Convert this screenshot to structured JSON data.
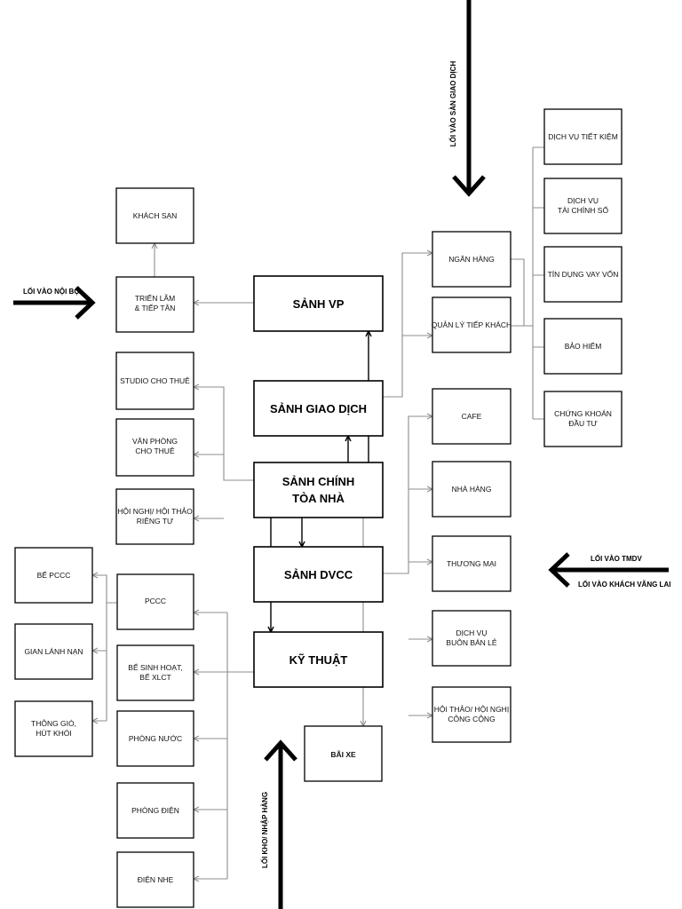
{
  "nodes": {
    "khach_san": [
      "KHÁCH SẠN"
    ],
    "trien_lam": [
      "TRIỂN LÃM",
      "& TIẾP TÂN"
    ],
    "sanh_vp": [
      "SẢNH VP"
    ],
    "studio": [
      "STUDIO CHO THUÊ"
    ],
    "van_phong": [
      "VĂN PHÒNG",
      "CHO THUÊ"
    ],
    "hoi_nghi_rieng": [
      "HỘI NGHỊ/ HỘI THẢO",
      "RIÊNG TƯ"
    ],
    "sanh_giao_dich": [
      "SẢNH GIAO DỊCH"
    ],
    "sanh_chinh": [
      "SẢNH CHÍNH",
      "TÒA NHÀ"
    ],
    "sanh_dvcc": [
      "SẢNH DVCC"
    ],
    "ky_thuat": [
      "KỸ THUẬT"
    ],
    "bai_xe": [
      "BÃI XE"
    ],
    "ngan_hang": [
      "NGÂN HÀNG"
    ],
    "quan_ly": [
      "QUẢN LÝ TIẾP KHÁCH"
    ],
    "tiet_kiem": [
      "DỊCH VỤ TIẾT KIỆM"
    ],
    "tai_chinh": [
      "DỊCH VỤ",
      "TÀI CHÍNH SỐ"
    ],
    "tin_dung": [
      "TÍN DỤNG VAY VỐN"
    ],
    "bao_hiem": [
      "BẢO HIỂM"
    ],
    "chung_khoan": [
      "CHỨNG KHOÁN",
      "ĐẦU TƯ"
    ],
    "cafe": [
      "CAFE"
    ],
    "nha_hang": [
      "NHÀ HÀNG"
    ],
    "thuong_mai": [
      "THƯƠNG MẠI"
    ],
    "ban_le": [
      "DỊCH VỤ",
      "BUÔN BÁN LẺ"
    ],
    "hoi_nghi_cong": [
      "HỘI THẢO/ HỘI NGHỊ",
      "CÔNG CỘNG"
    ],
    "pccc": [
      "PCCC"
    ],
    "be_sinh_hoat": [
      "BỂ SINH HOẠT,",
      "BỂ XLCT"
    ],
    "phong_nuoc": [
      "PHÒNG NƯỚC"
    ],
    "phong_dien": [
      "PHÒNG ĐIỆN"
    ],
    "dien_nhe": [
      "ĐIỆN NHẸ"
    ],
    "be_pccc": [
      "BỂ PCCC"
    ],
    "gian_lanh": [
      "GIAN LÁNH NẠN"
    ],
    "thong_gio": [
      "THÔNG GIÓ,",
      "HÚT KHÓI"
    ]
  },
  "entrances": {
    "san_giao_dich": "LỐI VÀO SÀN GIAO DỊCH",
    "noi_bo": "LỐI VÀO NỘI BỘ",
    "tmdv": "LỐI VÀO TMDV",
    "khach_vang_lai": "LỐI VÀO KHÁCH VÃNG LAI",
    "kho_nhap_hang": "LỐI KHO/ NHẬP HÀNG"
  }
}
